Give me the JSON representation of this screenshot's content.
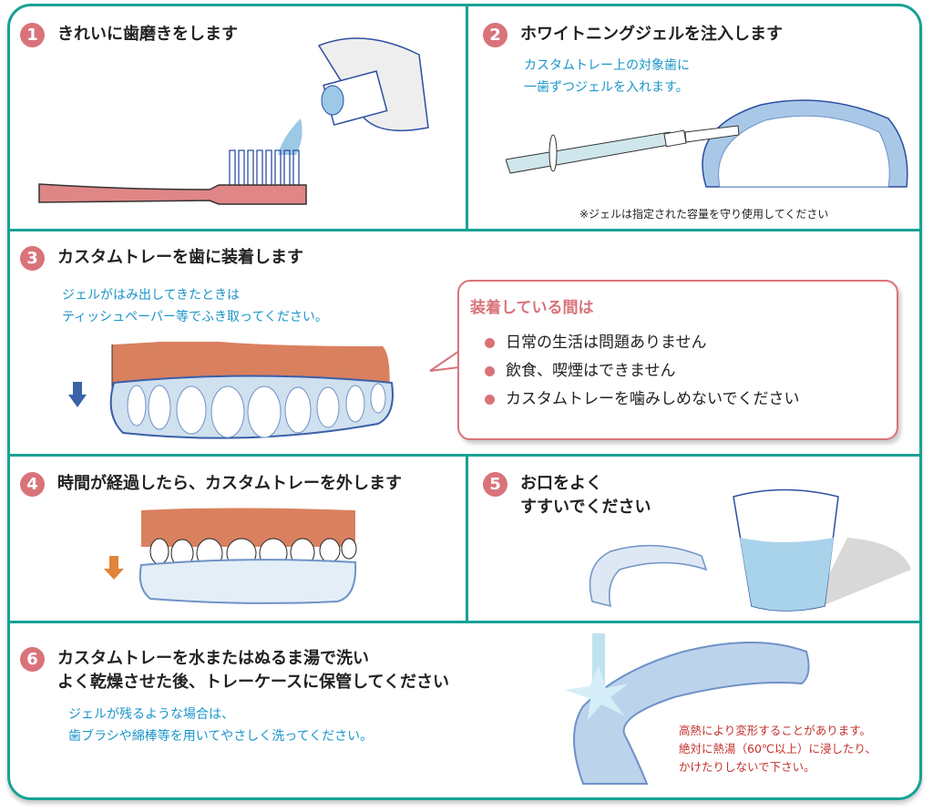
{
  "steps": [
    {
      "number": "1",
      "title": "きれいに歯磨きをします"
    },
    {
      "number": "2",
      "title": "ホワイトニングジェルを注入します",
      "detail_lines": [
        "カスタムトレー上の対象歯に",
        "一歯ずつジェルを入れます。"
      ],
      "note": "※ジェルは指定された容量を守り使用してください"
    },
    {
      "number": "3",
      "title": "カスタムトレーを歯に装着します",
      "detail_lines": [
        "ジェルがはみ出してきたときは",
        "ティッシュペーパー等でふき取ってください。"
      ]
    },
    {
      "number": "4",
      "title": "時間が経過したら、カスタムトレーを外します"
    },
    {
      "number": "5",
      "title_lines": [
        "お口をよく",
        "すすいでください"
      ]
    },
    {
      "number": "6",
      "title_lines": [
        "カスタムトレーを水またはぬるま湯で洗い",
        "よく乾燥させた後、トレーケースに保管してください"
      ],
      "detail_lines": [
        "ジェルが残るような場合は、",
        "歯ブラシや綿棒等を用いてやさしく洗ってください。"
      ],
      "warning_lines": [
        "高熱により変形することがあります。",
        "絶対に熱湯（60℃以上）に浸したり、",
        "かけたりしないで下さい。"
      ]
    }
  ],
  "wearing_box": {
    "heading": "装着している間は",
    "items": [
      "日常の生活は問題ありません",
      "飲食、喫煙はできません",
      "カスタムトレーを噛みしめないでください"
    ]
  },
  "colors": {
    "frame": "#17a294",
    "accent": "#d9737a",
    "blue_text": "#1a95c9",
    "warning": "#c2332d"
  }
}
